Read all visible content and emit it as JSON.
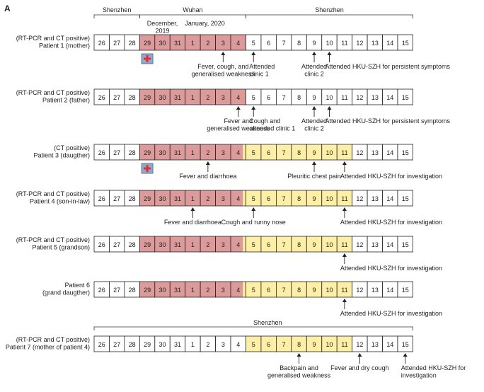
{
  "figure_label": "A",
  "top_periods": [
    {
      "label": "Shenzhen",
      "from_day": 0,
      "to_day": 3
    },
    {
      "label": "Wuhan",
      "from_day": 3,
      "to_day": 10
    },
    {
      "label": "Shenzhen",
      "from_day": 10,
      "to_day": 21
    }
  ],
  "month_labels": [
    {
      "text": [
        "December,",
        "2019"
      ],
      "at_day": 3
    },
    {
      "text": [
        "January, 2020"
      ],
      "at_day": 6
    }
  ],
  "days": [
    "26",
    "27",
    "28",
    "29",
    "30",
    "31",
    "1",
    "2",
    "3",
    "4",
    "5",
    "6",
    "7",
    "8",
    "9",
    "10",
    "11",
    "12",
    "13",
    "14",
    "15"
  ],
  "colors": {
    "wuhan": "#dd9a9a",
    "wuhan_stroke": "#b96f6f",
    "symptomatic": "#fdf0a6",
    "symptomatic_stroke": "#c9b960",
    "none": "#ffffff",
    "medical_icon_bg": "#8fa9cf",
    "medical_icon_cross": "#e03030"
  },
  "patients": [
    {
      "label": [
        "(RT-PCR and CT positive)",
        "Patient 1 (mother)"
      ],
      "states": [
        "n",
        "n",
        "n",
        "w",
        "w",
        "w",
        "w",
        "w",
        "w",
        "w",
        "n",
        "n",
        "n",
        "n",
        "n",
        "n",
        "n",
        "n",
        "n",
        "n",
        "n"
      ],
      "medical_icon_day": 3,
      "events": [
        {
          "day": 8,
          "text": [
            "Fever, cough, and",
            "generalised weakness"
          ],
          "align": "middle"
        },
        {
          "day": 10,
          "text": [
            "Attended",
            "clinic 1"
          ],
          "align": "start"
        },
        {
          "day": 14,
          "text": [
            "Attended",
            "clinic 2"
          ],
          "align": "middle"
        },
        {
          "day": 15,
          "text": [
            "Attended HKU-SZH for persistent symptoms"
          ],
          "align": "start"
        }
      ]
    },
    {
      "label": [
        "(RT-PCR and CT positive)",
        "Patient 2 (father)"
      ],
      "states": [
        "n",
        "n",
        "n",
        "w",
        "w",
        "w",
        "w",
        "w",
        "w",
        "w",
        "n",
        "n",
        "n",
        "n",
        "n",
        "n",
        "n",
        "n",
        "n",
        "n",
        "n"
      ],
      "events": [
        {
          "day": 9,
          "text": [
            "Fever and",
            "generalised weakness"
          ],
          "align": "middle"
        },
        {
          "day": 10,
          "text": [
            "Cough and",
            "attended  clinic 1"
          ],
          "align": "start"
        },
        {
          "day": 14,
          "text": [
            "Attended",
            "clinic 2"
          ],
          "align": "middle"
        },
        {
          "day": 15,
          "text": [
            "Attended HKU-SZH for persistent symptoms"
          ],
          "align": "start"
        }
      ]
    },
    {
      "label": [
        "(CT positive)",
        "Patient 3 (daugther)"
      ],
      "states": [
        "n",
        "n",
        "n",
        "w",
        "w",
        "w",
        "w",
        "w",
        "w",
        "wy",
        "y",
        "y",
        "y",
        "y",
        "y",
        "y",
        "y",
        "n",
        "n",
        "n",
        "n"
      ],
      "medical_icon_day": 3,
      "events": [
        {
          "day": 7,
          "text": [
            "Fever and diarrhoea"
          ],
          "align": "middle"
        },
        {
          "day": 14,
          "text": [
            "Pleuritic chest pain"
          ],
          "align": "middle"
        },
        {
          "day": 16,
          "text": [
            "Attended HKU-SZH for investigation"
          ],
          "align": "start"
        }
      ]
    },
    {
      "label": [
        "(RT-PCR and CT positive)",
        "Patient 4 (son-in-law)"
      ],
      "states": [
        "n",
        "n",
        "n",
        "w",
        "w",
        "w",
        "w",
        "w",
        "w",
        "wy",
        "y",
        "y",
        "y",
        "y",
        "y",
        "y",
        "y",
        "n",
        "n",
        "n",
        "n"
      ],
      "events": [
        {
          "day": 6,
          "text": [
            "Fever and diarrhoea"
          ],
          "align": "middle"
        },
        {
          "day": 10,
          "text": [
            "Cough and runny nose"
          ],
          "align": "middle"
        },
        {
          "day": 16,
          "text": [
            "Attended HKU-SZH for investigation"
          ],
          "align": "start"
        }
      ]
    },
    {
      "label": [
        "(RT-PCR and CT positive)",
        "Patient 5 (grandson)"
      ],
      "states": [
        "n",
        "n",
        "n",
        "w",
        "w",
        "w",
        "w",
        "w",
        "w",
        "wy",
        "y",
        "y",
        "y",
        "y",
        "y",
        "y",
        "y",
        "n",
        "n",
        "n",
        "n"
      ],
      "events": [
        {
          "day": 16,
          "text": [
            "Attended HKU-SZH for investigation"
          ],
          "align": "start"
        }
      ]
    },
    {
      "label": [
        "Patient 6",
        "(grand daugther)"
      ],
      "states": [
        "n",
        "n",
        "n",
        "w",
        "w",
        "w",
        "w",
        "w",
        "w",
        "wy",
        "y",
        "y",
        "y",
        "y",
        "y",
        "y",
        "y",
        "n",
        "n",
        "n",
        "n"
      ],
      "events": [
        {
          "day": 16,
          "text": [
            "Attended HKU-SZH for investigation"
          ],
          "align": "start"
        }
      ]
    },
    {
      "label": [
        "(RT-PCR and CT positive)",
        "Patient 7 (mother of patient 4)"
      ],
      "states": [
        "n",
        "n",
        "n",
        "n",
        "n",
        "n",
        "n",
        "n",
        "n",
        "n",
        "y",
        "y",
        "y",
        "y",
        "y",
        "y",
        "y",
        "n",
        "n",
        "n",
        "n"
      ],
      "period_label": "Shenzhen",
      "events": [
        {
          "day": 13,
          "text": [
            "Backpain and",
            "generalised weakness"
          ],
          "align": "middle"
        },
        {
          "day": 17,
          "text": [
            "Fever and dry cough"
          ],
          "align": "middle"
        },
        {
          "day": 20,
          "text": [
            "Attended HKU-SZH for",
            "investigation"
          ],
          "align": "start"
        }
      ]
    }
  ]
}
